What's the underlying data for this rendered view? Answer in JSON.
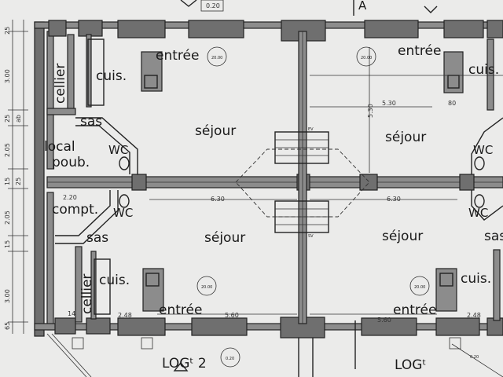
{
  "rooms": {
    "entree_tl": "entrée",
    "entree_tr": "entrée",
    "entree_bl": "entrée",
    "entree_br": "entrée",
    "cuis_tl": "cuis.",
    "cuis_tr": "cuis.",
    "cuis_bl": "cuis.",
    "cuis_br": "cuis.",
    "cellier_t": "cellier",
    "cellier_b": "cellier",
    "sas_t": "sas",
    "sas_b": "sas",
    "sas_r": "sas",
    "sejour_tl": "séjour",
    "sejour_tr": "séjour",
    "sejour_bl": "séjour",
    "sejour_br": "séjour",
    "local_poub_1": "local",
    "local_poub_2": "poub.",
    "wc_tl": "WC",
    "wc_bl": "WC",
    "wc_tr": "WC",
    "wc_br": "WC",
    "compt": "compt."
  },
  "logements": {
    "left": "LOGᵗ 2",
    "right": "LOGᵗ"
  },
  "dimensions": {
    "d_630_l": "6.30",
    "d_630_r": "6.30",
    "d_560_l": "5.60",
    "d_560_r": "5.60",
    "d_530": "5.30",
    "d_530v": "5.30",
    "d_80": "80",
    "d_220": "2.20",
    "d_248_l": "2.48",
    "d_248_r": "2.48",
    "d_020": "0.20",
    "d_14": "14",
    "v_300_t": "3.00",
    "v_205_t": "2.05",
    "v_205_b": "2.05",
    "v_300_b": "3.00",
    "v_25a": "25",
    "v_25b": "25",
    "v_15a": "15",
    "v_15b": "15",
    "v_25c": "25",
    "v_65": "65",
    "v_ab": "ab"
  },
  "markers": {
    "a_top": "A",
    "c1": "20.00",
    "c2": "20.00",
    "c3": "20.00",
    "c4": "20.00",
    "c5": "0.20",
    "c6": "0.20",
    "sv": "SV",
    "ev": "EV"
  }
}
